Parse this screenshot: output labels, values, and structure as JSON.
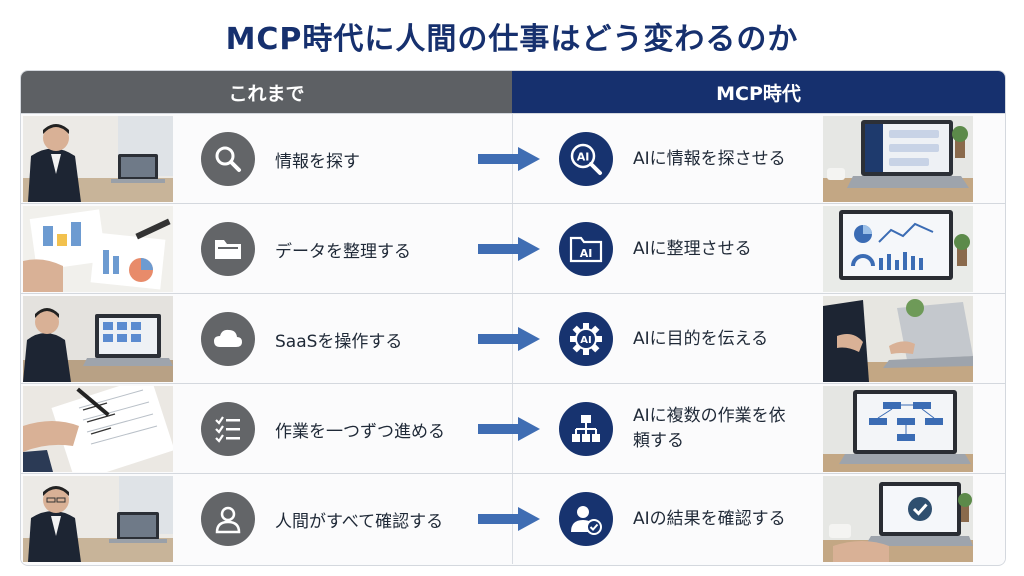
{
  "title": "MCP時代に人間の仕事はどう変わるのか",
  "header": {
    "left": "これまで",
    "right": "MCP時代"
  },
  "colors": {
    "navy": "#16306e",
    "gray": "#5d6064",
    "arrow": "#3f6db3"
  },
  "rows": [
    {
      "old": "情報を探す",
      "old_icon": "search-icon",
      "new": "AIに情報を探させる",
      "new_icon": "ai-search-icon"
    },
    {
      "old": "データを整理する",
      "old_icon": "folder-icon",
      "new": "AIに整理させる",
      "new_icon": "ai-folder-icon"
    },
    {
      "old": "SaaSを操作する",
      "old_icon": "cloud-icon",
      "new": "AIに目的を伝える",
      "new_icon": "ai-gear-icon"
    },
    {
      "old": "作業を一つずつ進める",
      "old_icon": "checklist-icon",
      "new": "AIに複数の作業を依頼する",
      "new_icon": "flowchart-icon"
    },
    {
      "old": "人間がすべて確認する",
      "old_icon": "person-icon",
      "new": "AIの結果を確認する",
      "new_icon": "person-check-icon"
    }
  ]
}
